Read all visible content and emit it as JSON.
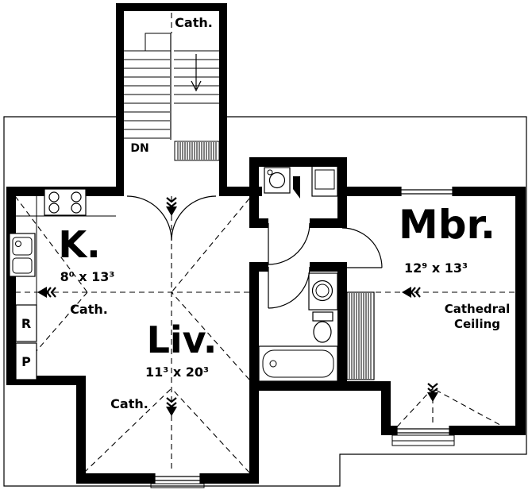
{
  "rooms": {
    "stair_hall": {
      "ceiling": "Cath.",
      "stair_direction": "DN"
    },
    "kitchen": {
      "label": "K.",
      "dimensions": "8⁰ x 13³",
      "ceiling": "Cath.",
      "refrigerator": "R",
      "pantry": "P"
    },
    "living_room": {
      "label": "Liv.",
      "dimensions": "11³ x 20³",
      "ceiling": "Cath."
    },
    "master_bedroom": {
      "label": "Mbr.",
      "dimensions": "12⁹ x 13³",
      "ceiling_line1": "Cathedral",
      "ceiling_line2": "Ceiling"
    }
  },
  "colors": {
    "line": "#000000",
    "background": "#ffffff"
  }
}
